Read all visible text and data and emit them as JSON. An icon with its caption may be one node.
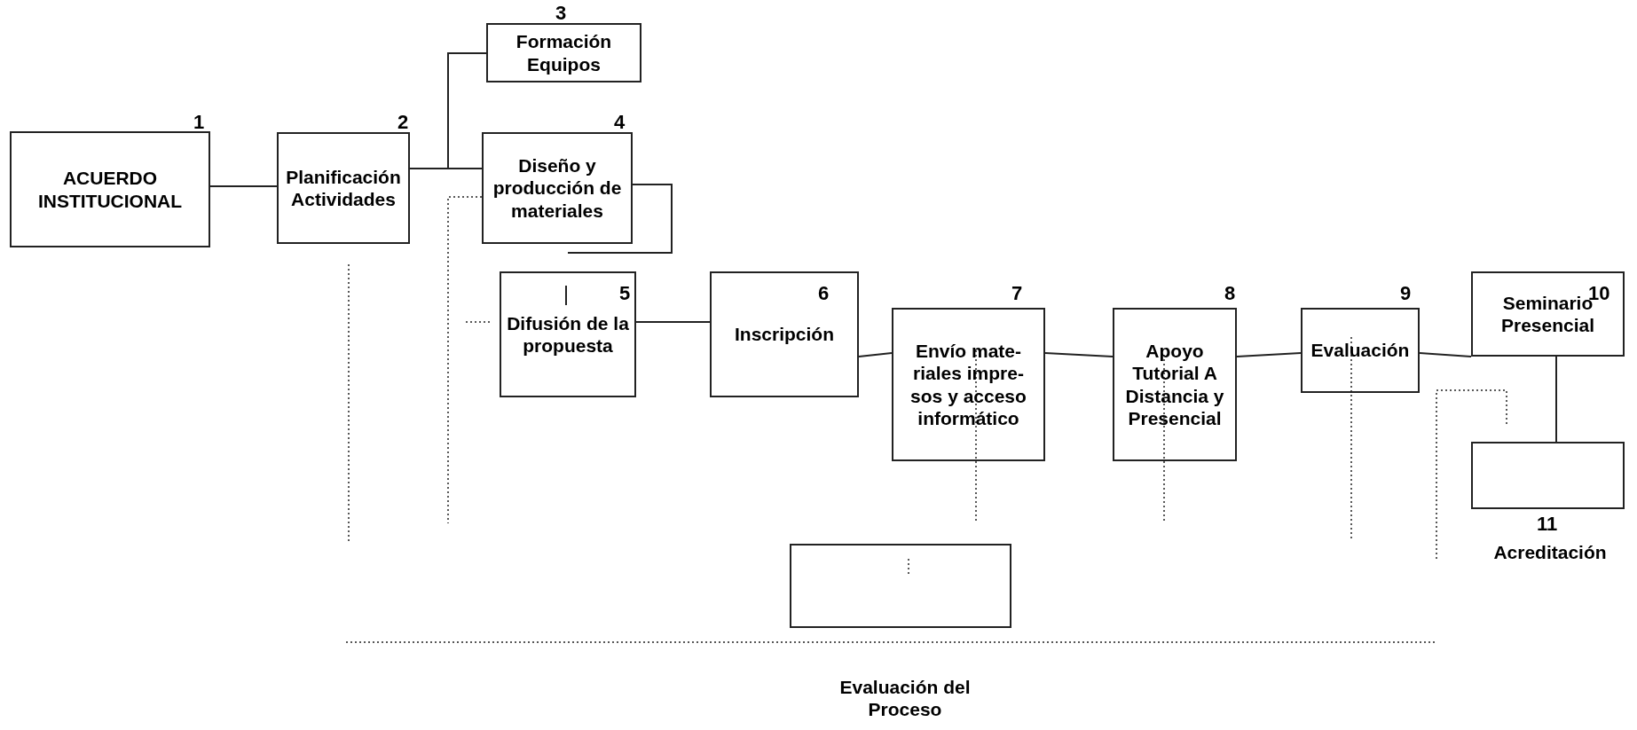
{
  "diagram": {
    "nodes": [
      {
        "text": [
          "ACUERDO INSTITUCIONAL"
        ],
        "beside": [
          "1"
        ]
      },
      {
        "text": [
          "Planificación Actividades"
        ],
        "beside": [
          "2"
        ]
      },
      {
        "text": [
          "Formación Equipos"
        ],
        "beside": [
          "3"
        ]
      },
      {
        "text": [
          "Diseño y producción de materiales"
        ],
        "beside": [
          "4"
        ]
      },
      {
        "text": [
          "5",
          "Difusión de la propuesta"
        ]
      },
      {
        "text": [
          "6",
          "Inscripción"
        ]
      },
      {
        "text": [
          "Envío mate-riales impre-sos y acceso informático"
        ],
        "beside": [
          "7"
        ]
      },
      {
        "text": [
          "Apoyo Tutorial A Distancia y Presencial"
        ],
        "beside": [
          "8"
        ]
      },
      {
        "text": [
          "Evaluación"
        ],
        "beside": [
          "9"
        ]
      },
      {
        "text": [
          "10",
          "Seminario Presencial"
        ]
      },
      {
        "text": [
          "Acreditación"
        ],
        "beside": [
          "11"
        ]
      },
      {
        "text": [],
        "shape": "box"
      }
    ],
    "edges": [
      {
        "from": 0,
        "to": 1,
        "arrow": "none"
      },
      {
        "from": 1,
        "to": 2,
        "arrow": "none"
      },
      {
        "from": 1,
        "to": 3,
        "arrow": "none"
      },
      {
        "from": 4,
        "to": 5,
        "arrow": "none"
      },
      {
        "from": 5,
        "to": 6,
        "arrow": "none"
      },
      {
        "from": 6,
        "to": 7,
        "arrow": "none"
      },
      {
        "from": 7,
        "to": 8,
        "arrow": "none"
      },
      {
        "from": 8,
        "to": 9,
        "arrow": "none"
      },
      {
        "from": 9,
        "to": 10,
        "arrow": "none"
      }
    ],
    "labels": [
      "Evaluación del Proceso"
    ]
  }
}
